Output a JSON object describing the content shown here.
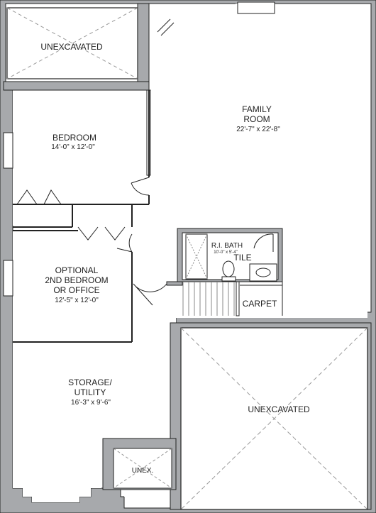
{
  "rooms": {
    "unexcavated_top": {
      "name": "UNEXCAVATED"
    },
    "family_room": {
      "name_line1": "FAMILY",
      "name_line2": "ROOM",
      "size": "22'-7\" x 22'-8\""
    },
    "bedroom": {
      "name": "BEDROOM",
      "size": "14'-0\" x 12'-0\""
    },
    "optional_bedroom": {
      "name_line1": "OPTIONAL",
      "name_line2": "2ND BEDROOM",
      "name_line3": "OR OFFICE",
      "size": "12'-5\" x 12'-0\""
    },
    "bath": {
      "name": "R.I. BATH",
      "size": "10'-0\" x 5'-4\"",
      "floor": "TILE"
    },
    "stair_floor": "CARPET",
    "storage": {
      "name_line1": "STORAGE/",
      "name_line2": "UTILITY",
      "size": "16'-3\" x 9'-6\""
    },
    "unexcavated_bottom": {
      "name": "UNEXCAVATED"
    },
    "unex_small": {
      "name": "UNEX."
    }
  },
  "colors": {
    "wall": "#a7a9ac",
    "line": "#222222",
    "background": "#ffffff"
  }
}
